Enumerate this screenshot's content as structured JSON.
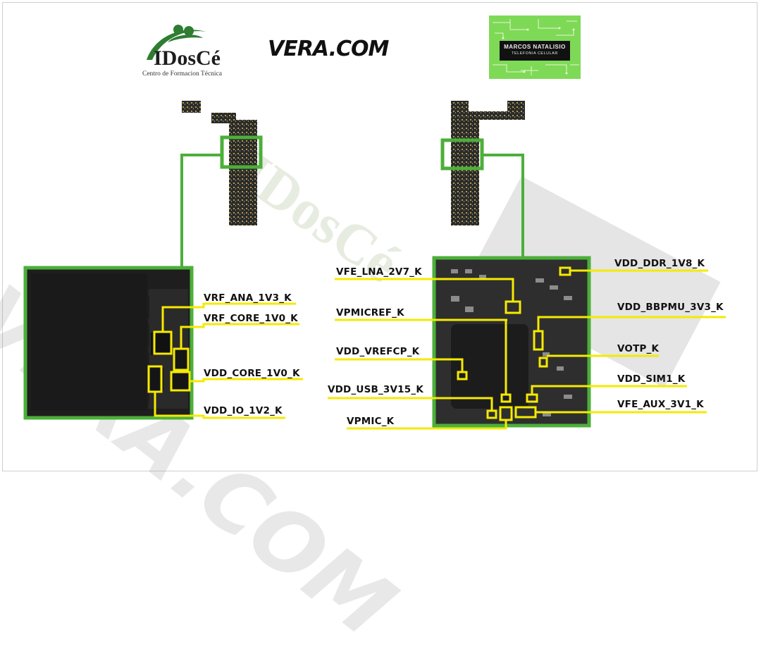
{
  "logos": {
    "idosce_brand": "IDosCé",
    "idosce_subtitle": "Centro de Formacion Técnica",
    "vera_brand": "VERA.COM",
    "card_line1": "MARCOS NATALISIO",
    "card_line2": "TELEFONIA CELULAR"
  },
  "left_labels": [
    "VRF_ANA_1V3_K",
    "VRF_CORE_1V0_K",
    "VDD_CORE_1V0_K",
    "VDD_IO_1V2_K"
  ],
  "right_labels_left": [
    "VFE_LNA_2V7_K",
    "VPMICREF_K",
    "VDD_VREFCP_K",
    "VDD_USB_3V15_K",
    "VPMIC_K"
  ],
  "right_labels_right": [
    "VDD_DDR_1V8_K",
    "VDD_BBPMU_3V3_K",
    "VOTP_K",
    "VDD_SIM1_K",
    "VFE_AUX_3V1_K"
  ],
  "colors": {
    "highlight": "#f5ea00",
    "frame_green": "#4caf3a",
    "card_green": "#7ed957"
  }
}
